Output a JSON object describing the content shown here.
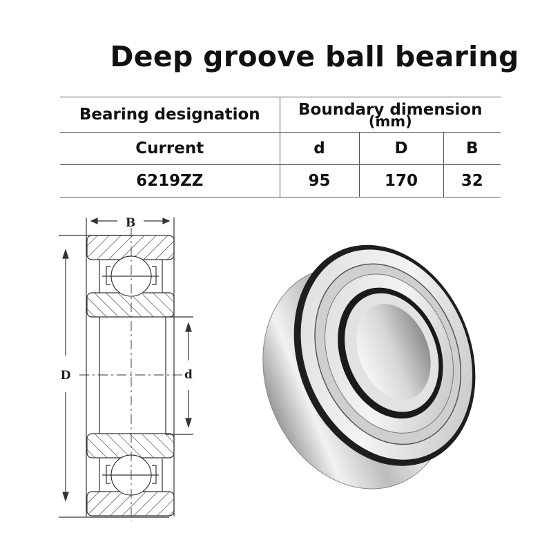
{
  "title": "Deep groove ball bearing",
  "table": {
    "header": {
      "designation": "Bearing designation",
      "boundary": "Boundary dimension",
      "unit": "(mm)"
    },
    "subheader": {
      "current": "Current",
      "d": "d",
      "D": "D",
      "B": "B"
    },
    "rows": [
      {
        "model": "6219ZZ",
        "d": "95",
        "D": "170",
        "B": "32"
      }
    ]
  },
  "drawing": {
    "label_B": "B",
    "label_D": "D",
    "label_d": "d"
  },
  "colors": {
    "text": "#111111",
    "border": "#555555",
    "steel_light": "#e6e6e6",
    "steel_dark": "#222222"
  }
}
